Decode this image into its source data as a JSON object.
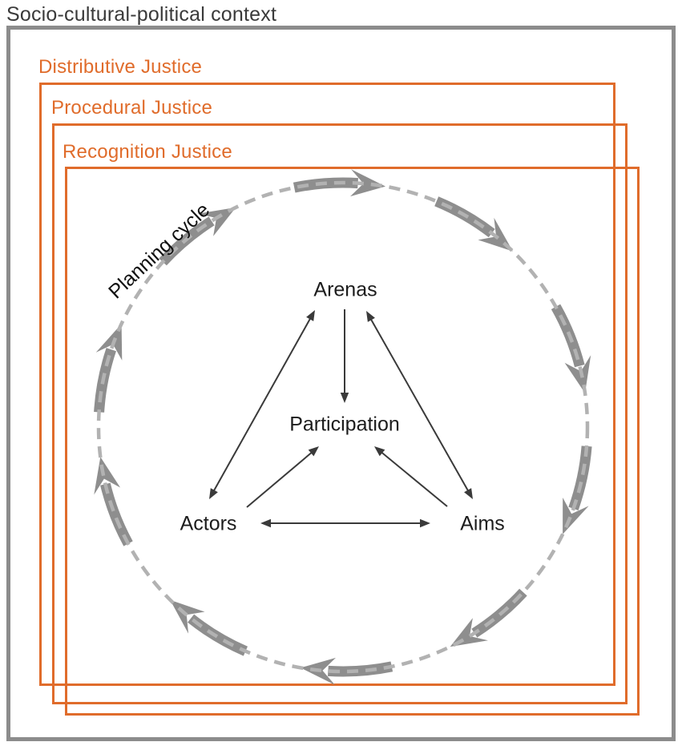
{
  "page": {
    "title": "Socio-cultural-political context"
  },
  "justice_layers": [
    {
      "label": "Distributive Justice"
    },
    {
      "label": "Procedural Justice"
    },
    {
      "label": "Recognition Justice"
    }
  ],
  "cycle": {
    "label": "Planning cycle",
    "arrow_count": 10,
    "direction": "clockwise"
  },
  "nodes": {
    "arenas": "Arenas",
    "participation": "Participation",
    "actors": "Actors",
    "aims": "Aims"
  },
  "connections": [
    {
      "id": "arenas-participation",
      "from": "Arenas",
      "to": "Participation",
      "two_way": false
    },
    {
      "id": "actors-arenas",
      "from": "Actors",
      "to": "Arenas",
      "two_way": true
    },
    {
      "id": "aims-arenas",
      "from": "Aims",
      "to": "Arenas",
      "two_way": true
    },
    {
      "id": "actors-participation",
      "from": "Actors",
      "to": "Participation",
      "two_way": false
    },
    {
      "id": "aims-participation",
      "from": "Aims",
      "to": "Participation",
      "two_way": false
    },
    {
      "id": "actors-aims",
      "from": "Actors",
      "to": "Aims",
      "two_way": true
    }
  ],
  "colors": {
    "accent_orange": "#e06c2b",
    "frame_gray": "#8c8c8c",
    "cycle_arrow_gray": "#8e8e8e",
    "cycle_dash_gray": "#b2b2b2",
    "thin_arrow_dark": "#3a3a3a",
    "title_text": "#3a3a3a",
    "node_text": "#1c1c1c"
  }
}
